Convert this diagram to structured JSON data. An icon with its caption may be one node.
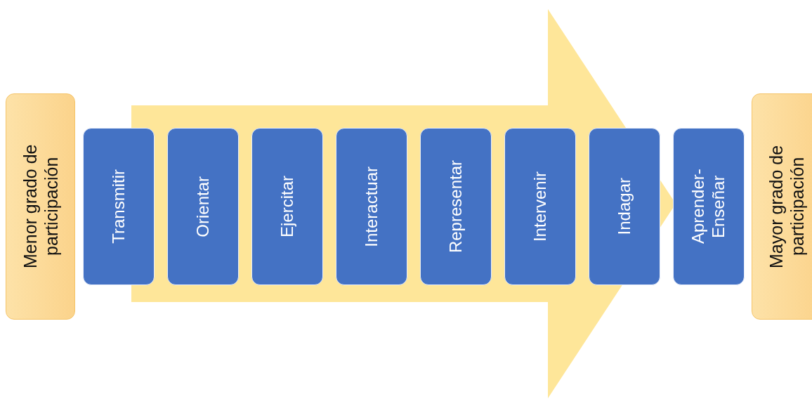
{
  "diagram": {
    "nodes": [
      {
        "text": [
          "Menor grado de participación"
        ]
      },
      {
        "text": [
          "Transmitir"
        ]
      },
      {
        "text": [
          "Orientar"
        ]
      },
      {
        "text": [
          "Ejercitar"
        ]
      },
      {
        "text": [
          "Interactuar"
        ]
      },
      {
        "text": [
          "Representar"
        ]
      },
      {
        "text": [
          "Intervenir"
        ]
      },
      {
        "text": [
          "Indagar"
        ]
      },
      {
        "text": [
          "Aprender- Enseñar"
        ]
      },
      {
        "text": [
          "Mayor grado de participación"
        ]
      }
    ],
    "edges": [
      {
        "from": 1,
        "to": 8,
        "arrow": "to",
        "style": "thick"
      }
    ]
  }
}
